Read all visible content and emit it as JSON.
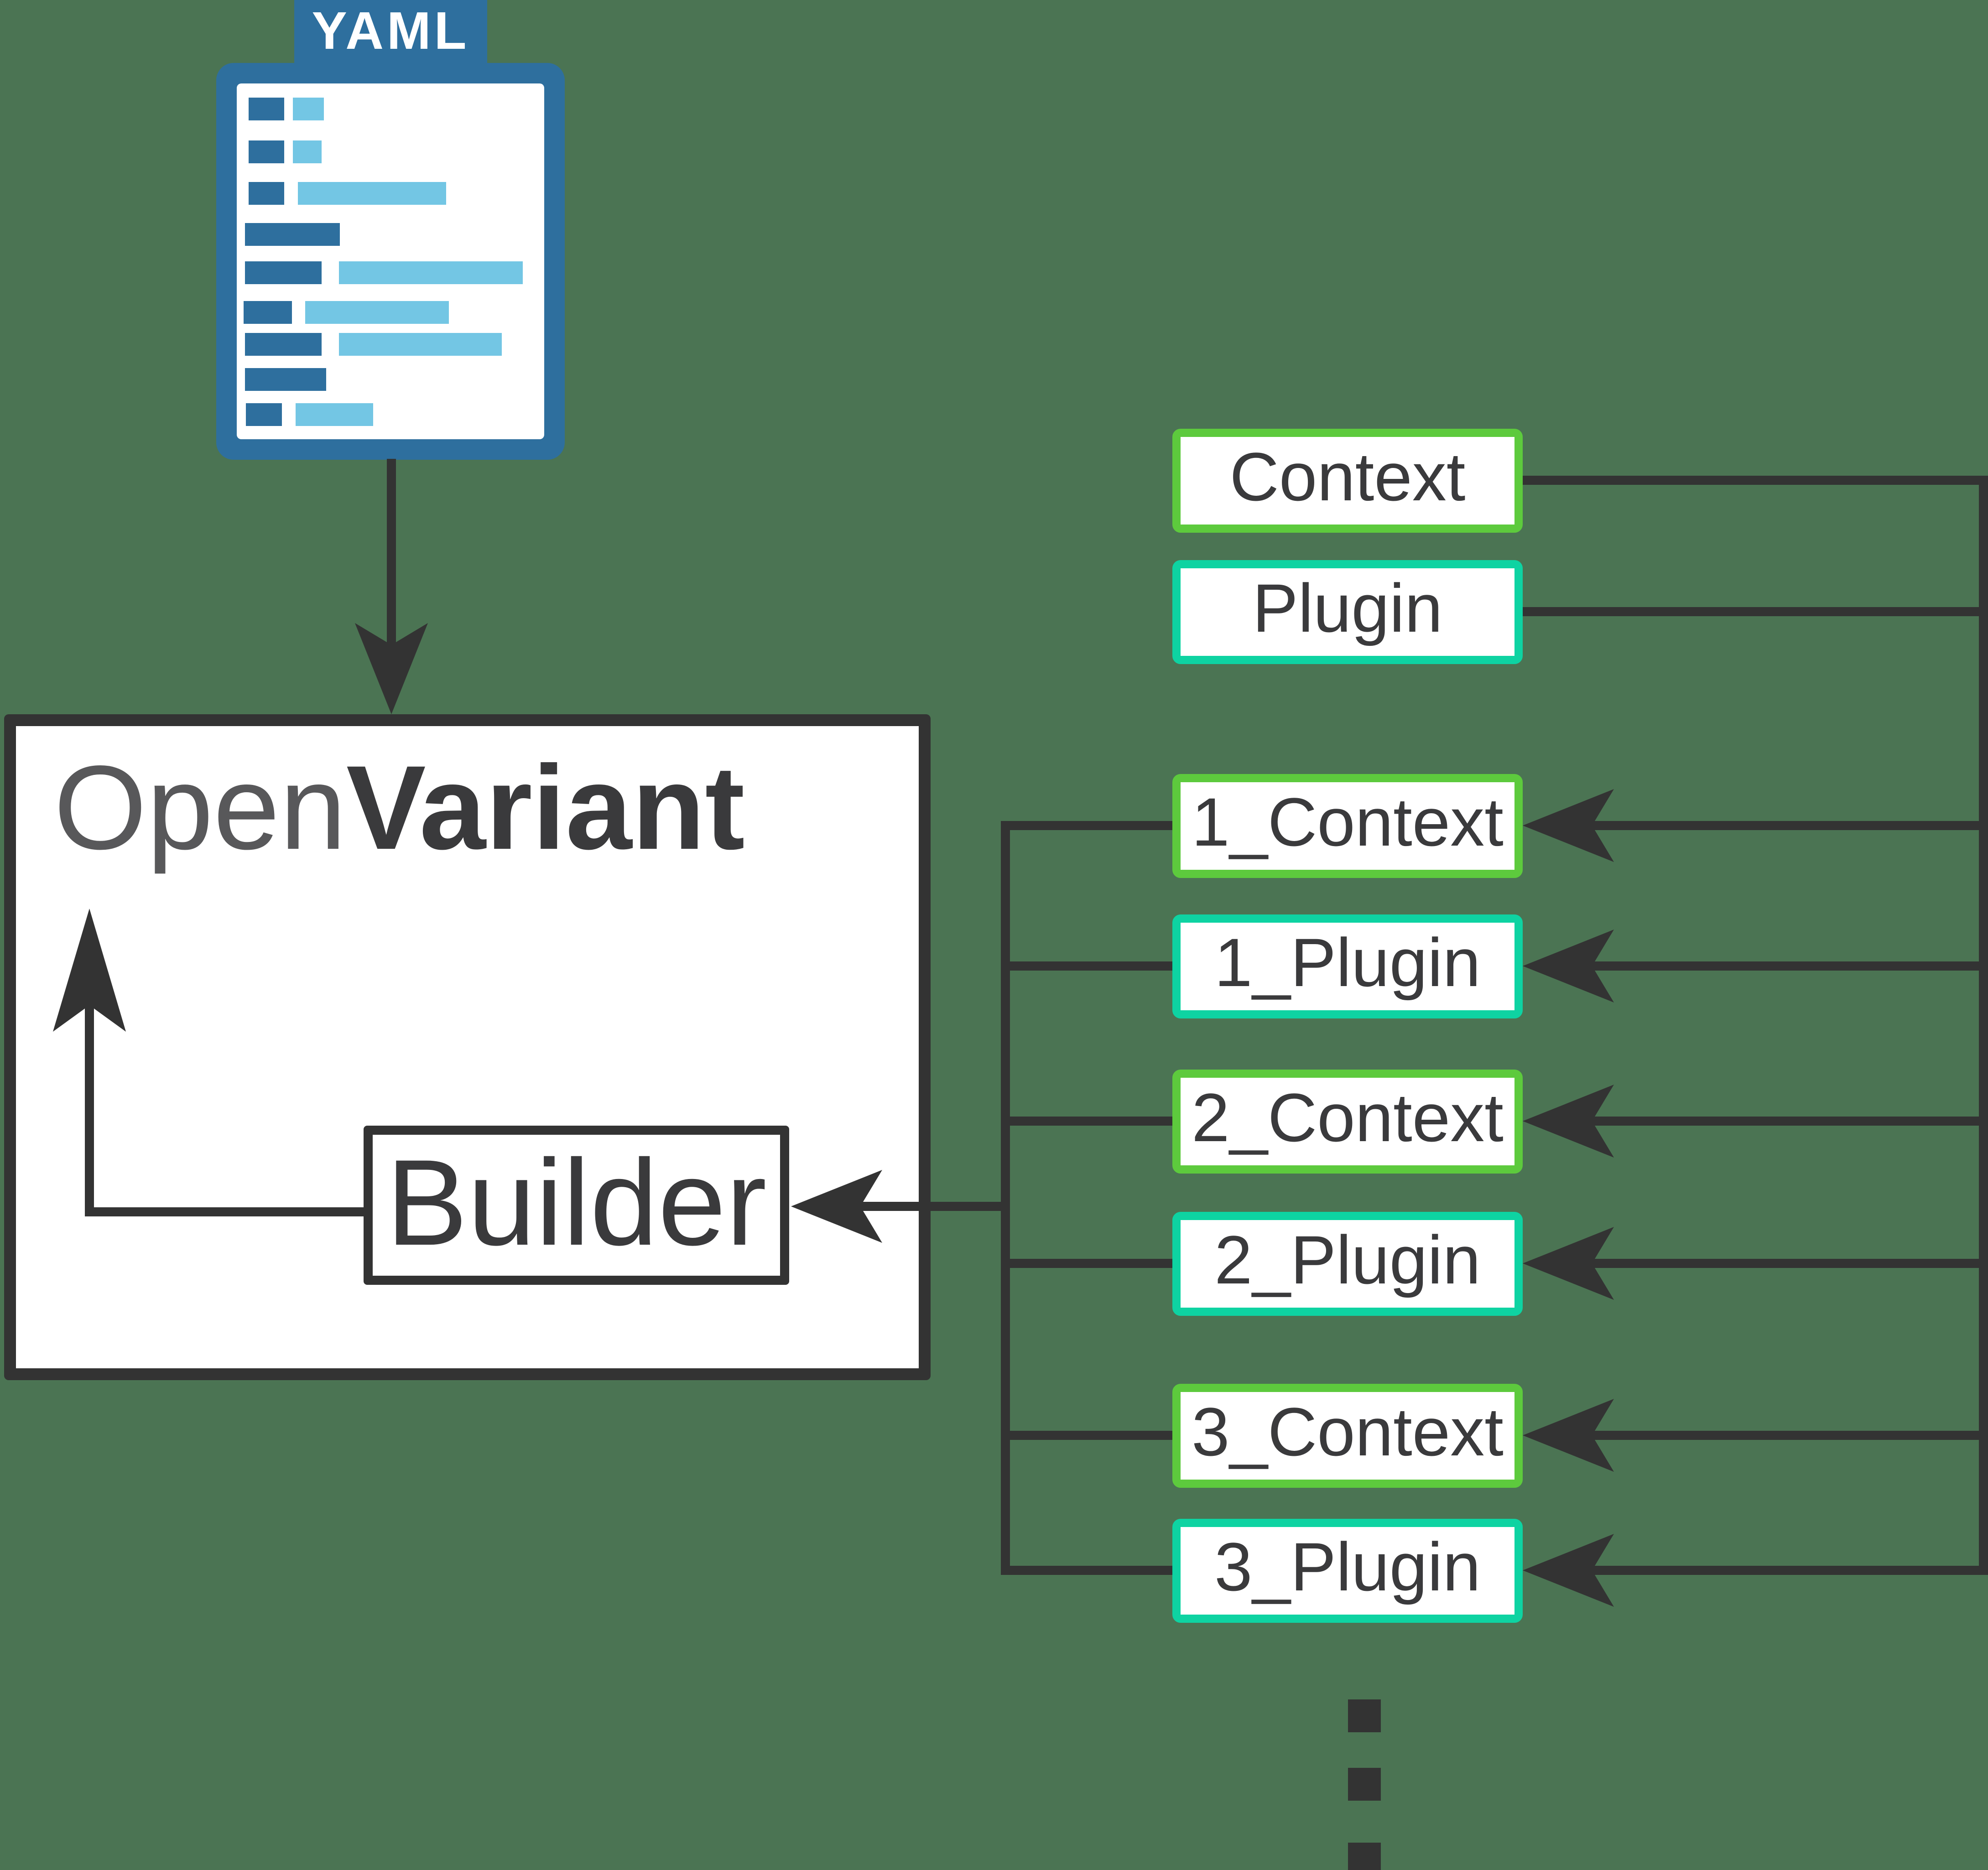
{
  "diagram_title": "OpenVariant YAML pipeline diagram",
  "colors": {
    "background": "#4b7453",
    "line": "#333333",
    "box_text": "#3a3a3c",
    "title_gray": "#58585a",
    "context_border_green": "#5dca3d",
    "plugin_border_teal": "#0ed3a2",
    "yaml_blue": "#2e6f9e",
    "yaml_light_blue": "#73c6e4",
    "box_fill": "#ffffff"
  },
  "yaml_icon": {
    "tab_label": "YAML",
    "icon_name": "yaml-file-icon"
  },
  "openvariant": {
    "title_regular": "Open",
    "title_bold": "Variant",
    "builder_label": "Builder"
  },
  "pipeline": {
    "boxes": [
      {
        "id": "context",
        "label": "Context",
        "kind": "context"
      },
      {
        "id": "plugin",
        "label": "Plugin",
        "kind": "plugin"
      },
      {
        "id": "context-1",
        "label": "1_Context",
        "kind": "context"
      },
      {
        "id": "plugin-1",
        "label": "1_Plugin",
        "kind": "plugin"
      },
      {
        "id": "context-2",
        "label": "2_Context",
        "kind": "context"
      },
      {
        "id": "plugin-2",
        "label": "2_Plugin",
        "kind": "plugin"
      },
      {
        "id": "context-3",
        "label": "3_Context",
        "kind": "context"
      },
      {
        "id": "plugin-3",
        "label": "3_Plugin",
        "kind": "plugin"
      }
    ],
    "continuation_icon": "vertical-ellipsis"
  }
}
